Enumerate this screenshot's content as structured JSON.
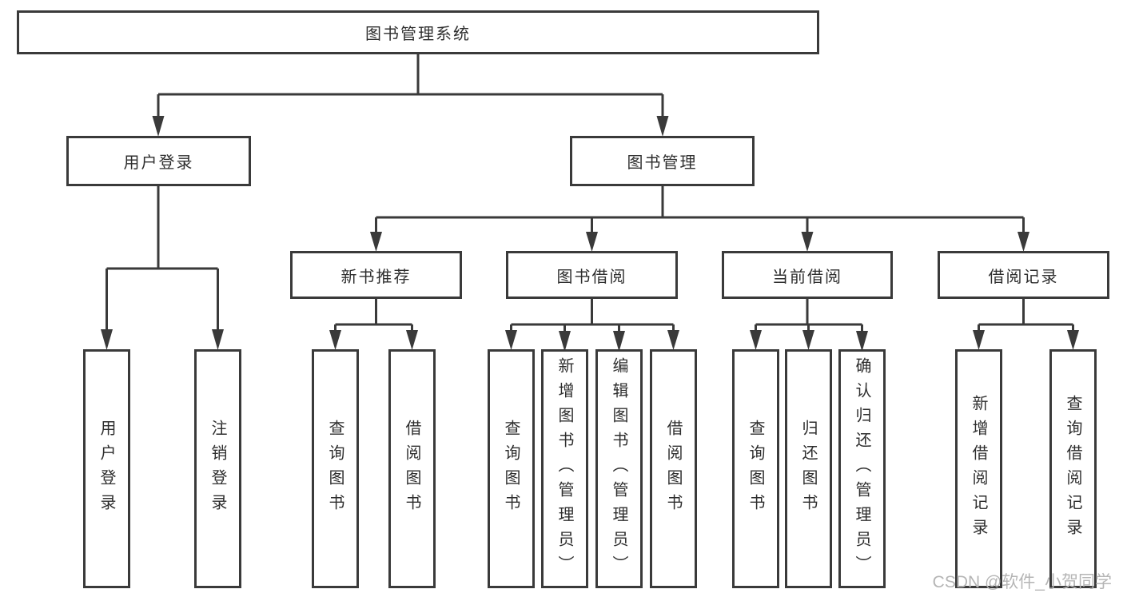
{
  "tree": {
    "root": "图书管理系统",
    "level2": [
      {
        "label": "用户登录",
        "children": [
          "用户登录",
          "注销登录"
        ]
      },
      {
        "label": "图书管理",
        "children": [
          {
            "label": "新书推荐",
            "children": [
              "查询图书",
              "借阅图书"
            ]
          },
          {
            "label": "图书借阅",
            "children": [
              "查询图书",
              "新增图书（管理员）",
              "编辑图书（管理员）",
              "借阅图书"
            ]
          },
          {
            "label": "当前借阅",
            "children": [
              "查询图书",
              "归还图书",
              "确认归还（管理员）"
            ]
          },
          {
            "label": "借阅记录",
            "children": [
              "新增借阅记录",
              "查询借阅记录"
            ]
          }
        ]
      }
    ]
  },
  "watermark": "CSDN @软件_小贺同学",
  "colors": {
    "line": "#3a3a3a",
    "text": "#2e2e2e",
    "watermark": "#b5b5b5",
    "background": "#ffffff"
  }
}
